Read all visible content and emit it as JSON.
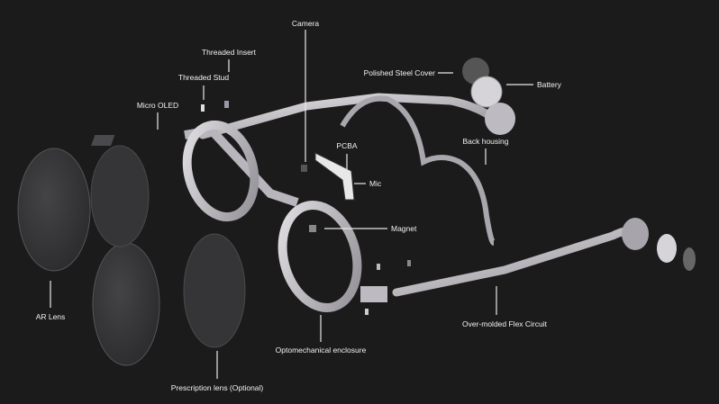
{
  "labels": {
    "camera": "Camera",
    "threaded_insert": "Threaded Insert",
    "threaded_stud": "Threaded Stud",
    "micro_oled": "Micro OLED",
    "polished_steel_cover": "Polished Steel Cover",
    "battery": "Battery",
    "pcba": "PCBA",
    "mic": "Mic",
    "back_housing": "Back housing",
    "magnet": "Magnet",
    "ar_lens": "AR Lens",
    "flex_circuit": "Over-molded Flex Circuit",
    "optomechanical_enclosure": "Optomechanical enclosure",
    "prescription_lens": "Prescription lens (Optional)"
  },
  "colors": {
    "background": "#1b1b1b",
    "frame": "#c9c7cc",
    "lens": "#3a3a3c",
    "label": "#f2f2f2"
  }
}
